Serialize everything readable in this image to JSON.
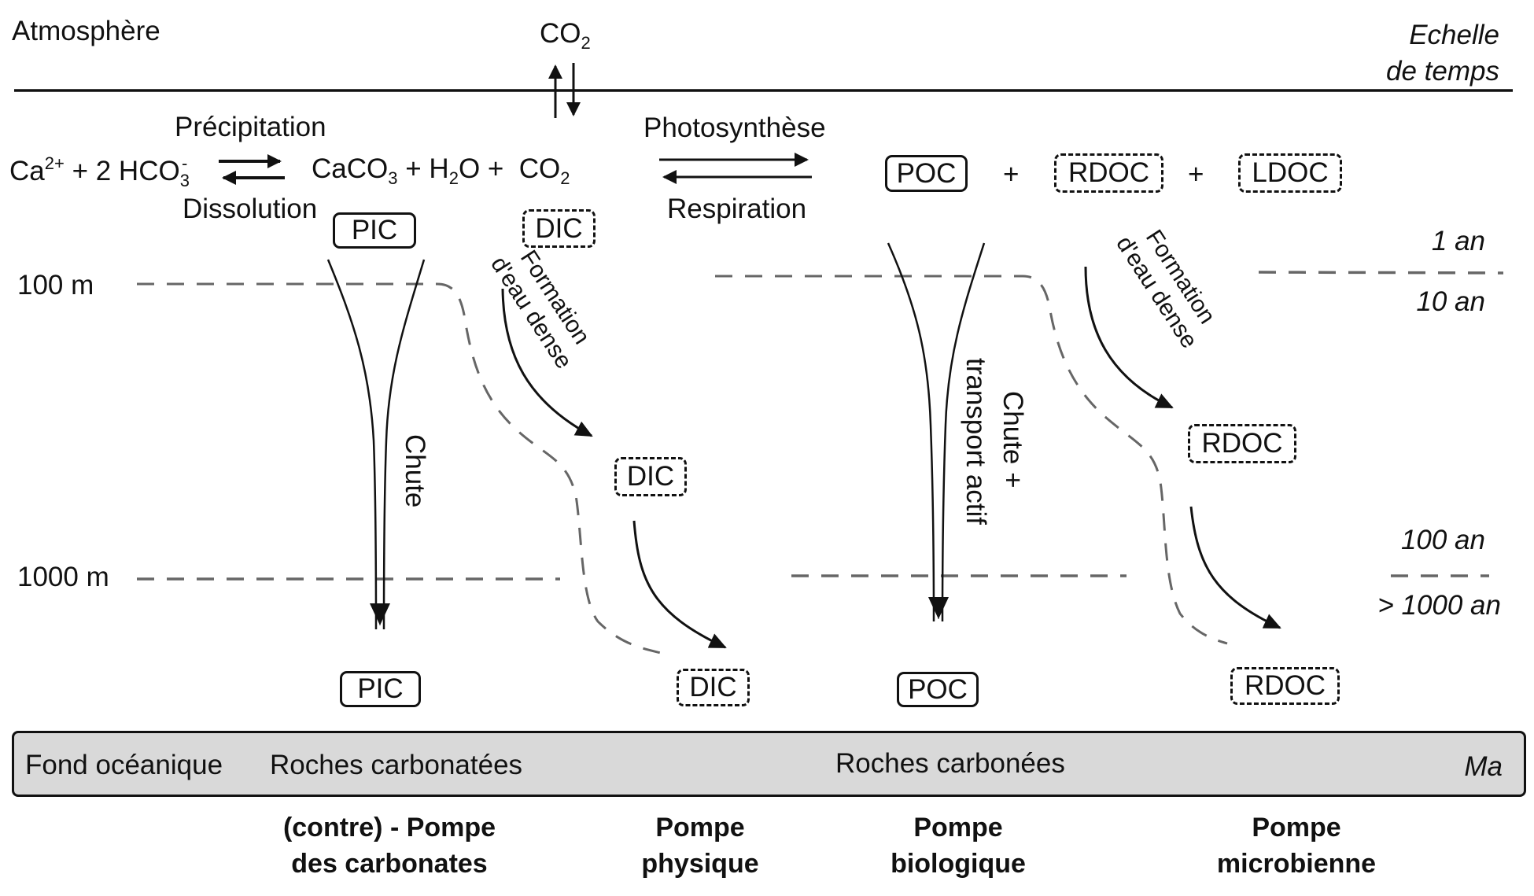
{
  "header": {
    "atmosphere_label": "Atmosphère",
    "co2_label": "CO",
    "co2_sub": "2",
    "timescale_line1": "Echelle",
    "timescale_line2": "de temps"
  },
  "carbonate_reaction": {
    "forward_label": "Précipitation",
    "reverse_label": "Dissolution",
    "lhs_ca": "Ca",
    "lhs_ca_sup": "2+",
    "lhs_plus": "+ 2 HCO",
    "lhs_hco3_sub": "3",
    "lhs_hco3_sup": "-",
    "rhs_caco": "CaCO",
    "rhs_caco_sub": "3",
    "rhs_plus_h": "+ H",
    "rhs_h2o_sub": "2",
    "rhs_o_plus": "O +",
    "rhs_co2": "CO",
    "rhs_co2_sub": "2"
  },
  "bio_reaction": {
    "forward_label": "Photosynthèse",
    "reverse_label": "Respiration",
    "plus1": "+",
    "plus2": "+"
  },
  "boxes": {
    "pic_top": {
      "label": "PIC",
      "style": "solid"
    },
    "dic_top": {
      "label": "DIC",
      "style": "dashed"
    },
    "poc_top": {
      "label": "POC",
      "style": "solid"
    },
    "rdoc_top": {
      "label": "RDOC",
      "style": "dashed"
    },
    "ldoc_top": {
      "label": "LDOC",
      "style": "dashed"
    },
    "dic_mid": {
      "label": "DIC",
      "style": "dashed"
    },
    "rdoc_mid": {
      "label": "RDOC",
      "style": "dashed"
    },
    "pic_bottom": {
      "label": "PIC",
      "style": "solid"
    },
    "dic_bottom": {
      "label": "DIC",
      "style": "dashed"
    },
    "poc_bottom": {
      "label": "POC",
      "style": "solid"
    },
    "rdoc_bottom": {
      "label": "RDOC",
      "style": "dashed"
    }
  },
  "depths": {
    "d100": "100 m",
    "d1000": "1000 m"
  },
  "timescales": {
    "t1": "1 an",
    "t10": "10 an",
    "t100": "100 an",
    "t1000": "> 1000 an",
    "tma": "Ma"
  },
  "process_labels": {
    "chute": "Chute",
    "chute_transport_line1": "Chute +",
    "chute_transport_line2": "transport actif",
    "dense_water_line1": "Formation",
    "dense_water_line2": "d'eau dense"
  },
  "seafloor": {
    "label": "Fond océanique",
    "carbonate_rocks": "Roches carbonatées",
    "carbon_rocks": "Roches carbonées",
    "fill_color": "#d9d9d9"
  },
  "pumps": [
    {
      "line1": "(contre) - Pompe",
      "line2": "des carbonates"
    },
    {
      "line1": "Pompe",
      "line2": "physique"
    },
    {
      "line1": "Pompe",
      "line2": "biologique"
    },
    {
      "line1": "Pompe",
      "line2": "microbienne"
    }
  ],
  "colors": {
    "ink": "#111111",
    "depth_dash": "#666666"
  }
}
